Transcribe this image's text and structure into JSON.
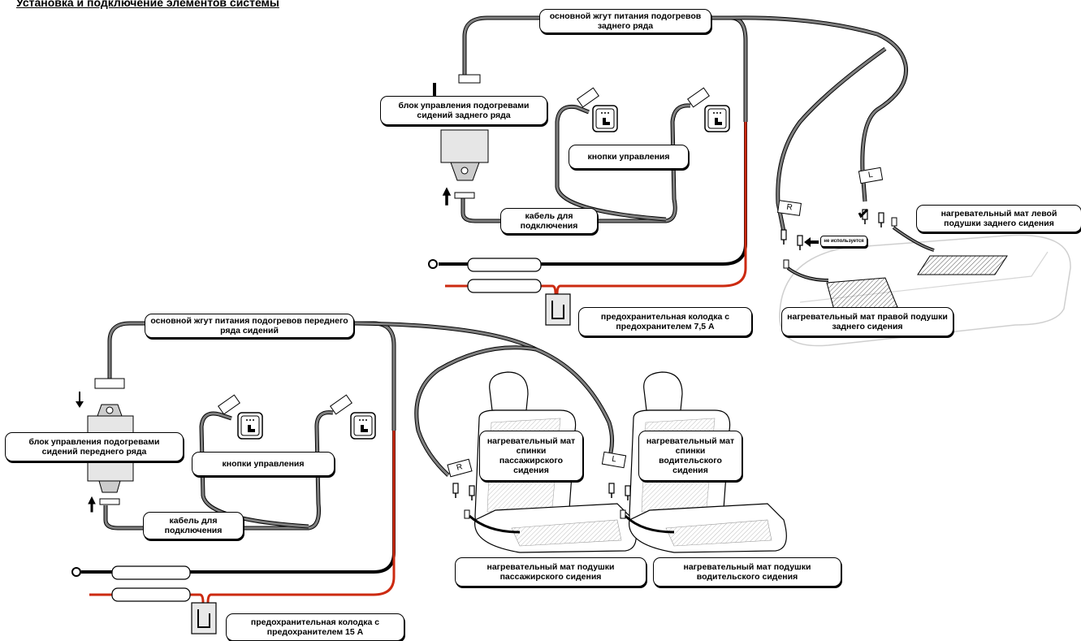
{
  "title": "Установка и подключение элементов системы",
  "labels": {
    "rear_harness": "основной жгут питания подогревов заднего ряда",
    "rear_control_unit": "блок управления подогревами сидений заднего ряда",
    "rear_buttons": "кнопки управления",
    "rear_cable": "кабель для подключения",
    "rear_fuse": "предохранительная колодка с предохранителем 7,5 А",
    "left_rear_mat": "нагревательный мат левой подушки заднего сидения",
    "right_rear_mat": "нагревательный мат правой подушки заднего сидения",
    "not_used": "не используется",
    "front_harness": "основной жгут питания подогревов переднего ряда сидений",
    "front_control_unit": "блок управления подогревами сидений переднего ряда",
    "front_buttons": "кнопки управления",
    "front_cable": "кабель для подключения",
    "front_fuse": "предохранительная колодка с предохранителем 15 А",
    "pass_back_mat": "нагревательный мат спинки пассажирского сидения",
    "driver_back_mat": "нагревательный мат спинки водительского сидения",
    "pass_cushion_mat": "нагревательный мат подушки пассажирского сидения",
    "driver_cushion_mat": "нагревательный мат подушки водительского сидения"
  },
  "tags": {
    "left": "L",
    "right": "R"
  },
  "colors": {
    "harness": "#808080",
    "power": "#cc2a10",
    "ground": "#000000"
  }
}
